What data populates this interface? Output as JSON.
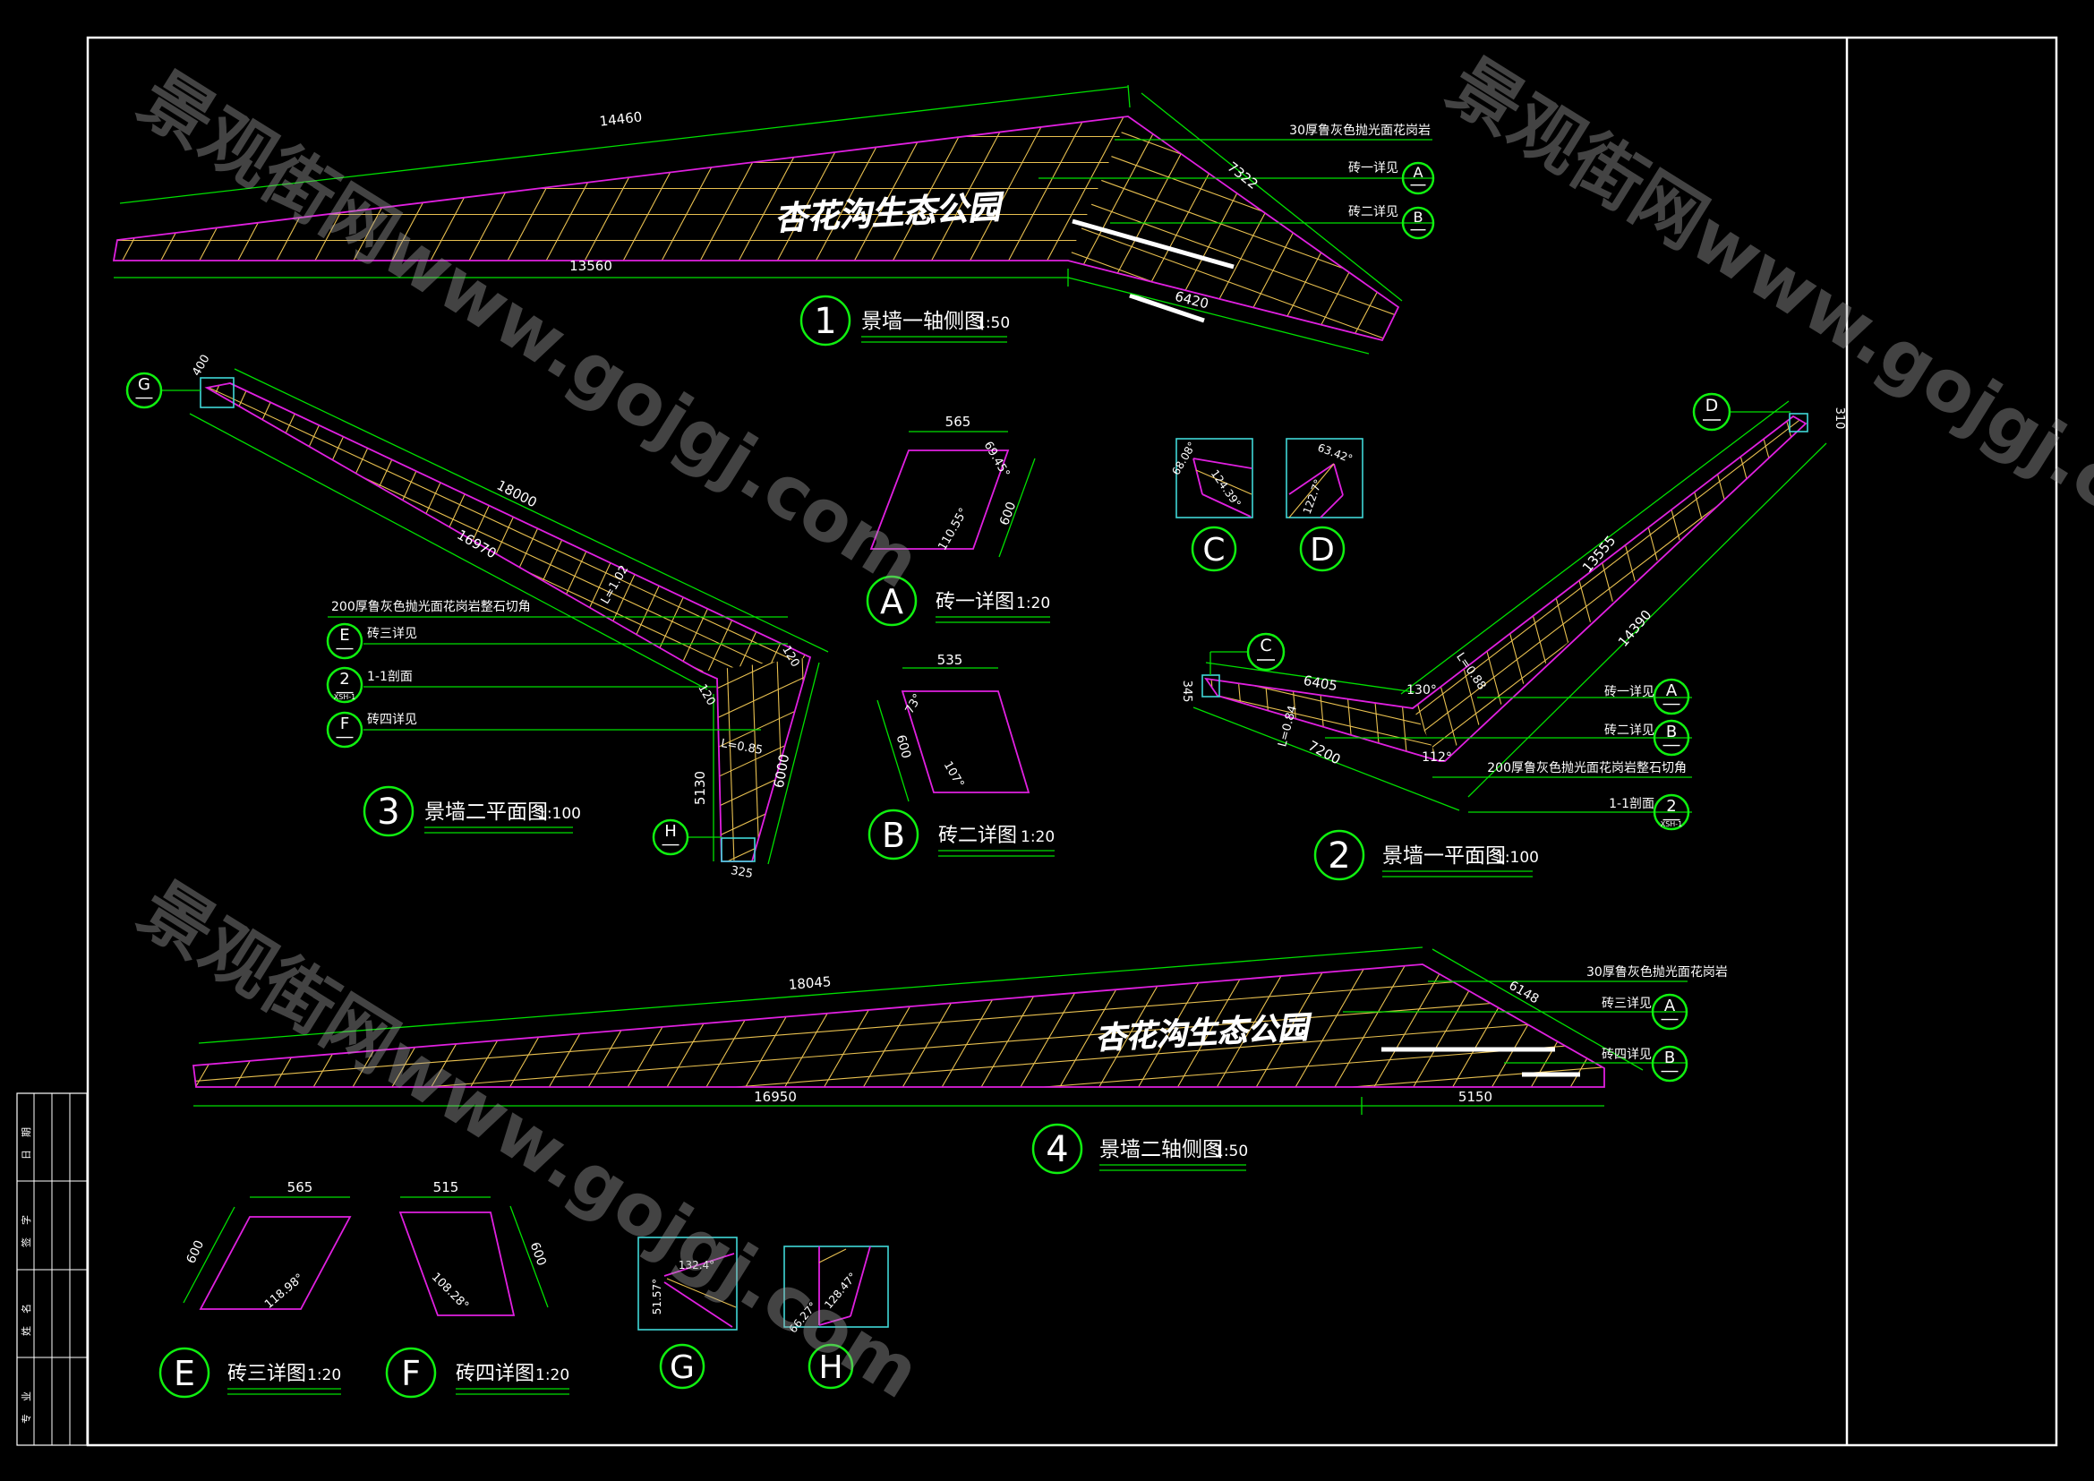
{
  "views": {
    "v1": {
      "num": "1",
      "title": "景墙一轴侧图",
      "scale": "1:50",
      "sign": "杏花沟生态公园",
      "dims": [
        "14460",
        "13560",
        "7322",
        "6420"
      ],
      "notes": [
        "30厚鲁灰色抛光面花岗岩",
        "砖一详见",
        "砖二详见"
      ],
      "refs": [
        "A",
        "B"
      ]
    },
    "v2": {
      "num": "2",
      "title": "景墙一平面图",
      "scale": "1:100",
      "dims": [
        "6405",
        "7200",
        "130°",
        "112°",
        "13555",
        "14390",
        "L=0.88",
        "L=0.84",
        "310",
        "345"
      ],
      "notes": [
        "砖一详见",
        "砖二详见",
        "200厚鲁灰色抛光面花岗岩整石切角",
        "1-1剖面"
      ],
      "refs": [
        "A",
        "B",
        "2",
        "C",
        "D"
      ],
      "ref_sub": "XSH-1"
    },
    "v3": {
      "num": "3",
      "title": "景墙二平面图",
      "scale": "1:100",
      "dims": [
        "18000",
        "16970",
        "400",
        "L=1.02",
        "120",
        "120",
        "L=0.85",
        "5130",
        "6000",
        "325"
      ],
      "notes": [
        "200厚鲁灰色抛光面花岗岩整石切角",
        "砖三详见",
        "1-1剖面",
        "砖四详见"
      ],
      "refs": [
        "E",
        "2",
        "F",
        "G",
        "H"
      ],
      "ref_sub": "XSH-1"
    },
    "v4": {
      "num": "4",
      "title": "景墙二轴侧图",
      "scale": "1:50",
      "sign": "杏花沟生态公园",
      "dims": [
        "18045",
        "16950",
        "5150",
        "6148"
      ],
      "notes": [
        "30厚鲁灰色抛光面花岗岩",
        "砖三详见",
        "砖四详见"
      ],
      "refs": [
        "A",
        "B"
      ]
    }
  },
  "details": {
    "A": {
      "letter": "A",
      "title": "砖一详图",
      "scale": "1:20",
      "dims": [
        "565",
        "600",
        "69.45°",
        "110.55°"
      ]
    },
    "B": {
      "letter": "B",
      "title": "砖二详图",
      "scale": "1:20",
      "dims": [
        "535",
        "600",
        "73°",
        "107°"
      ]
    },
    "C": {
      "letter": "C",
      "dims": [
        "68.08°",
        "124.39°"
      ]
    },
    "D": {
      "letter": "D",
      "dims": [
        "63.42°",
        "122.7°"
      ]
    },
    "E": {
      "letter": "E",
      "title": "砖三详图",
      "scale": "1:20",
      "dims": [
        "565",
        "600",
        "118.98°"
      ]
    },
    "F": {
      "letter": "F",
      "title": "砖四详图",
      "scale": "1:20",
      "dims": [
        "515",
        "600",
        "108.28°"
      ]
    },
    "G": {
      "letter": "G",
      "dims": [
        "132.4°",
        "51.57°"
      ]
    },
    "H": {
      "letter": "H",
      "dims": [
        "128.47°",
        "66.27°"
      ]
    }
  },
  "title_block": {
    "fields": [
      "日期",
      "签字",
      "姓名",
      "专业"
    ]
  },
  "watermark": "景观街网www.gojgj.com",
  "colors": {
    "background": "#000000",
    "dimension": "#00e000",
    "outline": "#e020e0",
    "joint": "#e8c050",
    "detail_box": "#40d8d8"
  }
}
